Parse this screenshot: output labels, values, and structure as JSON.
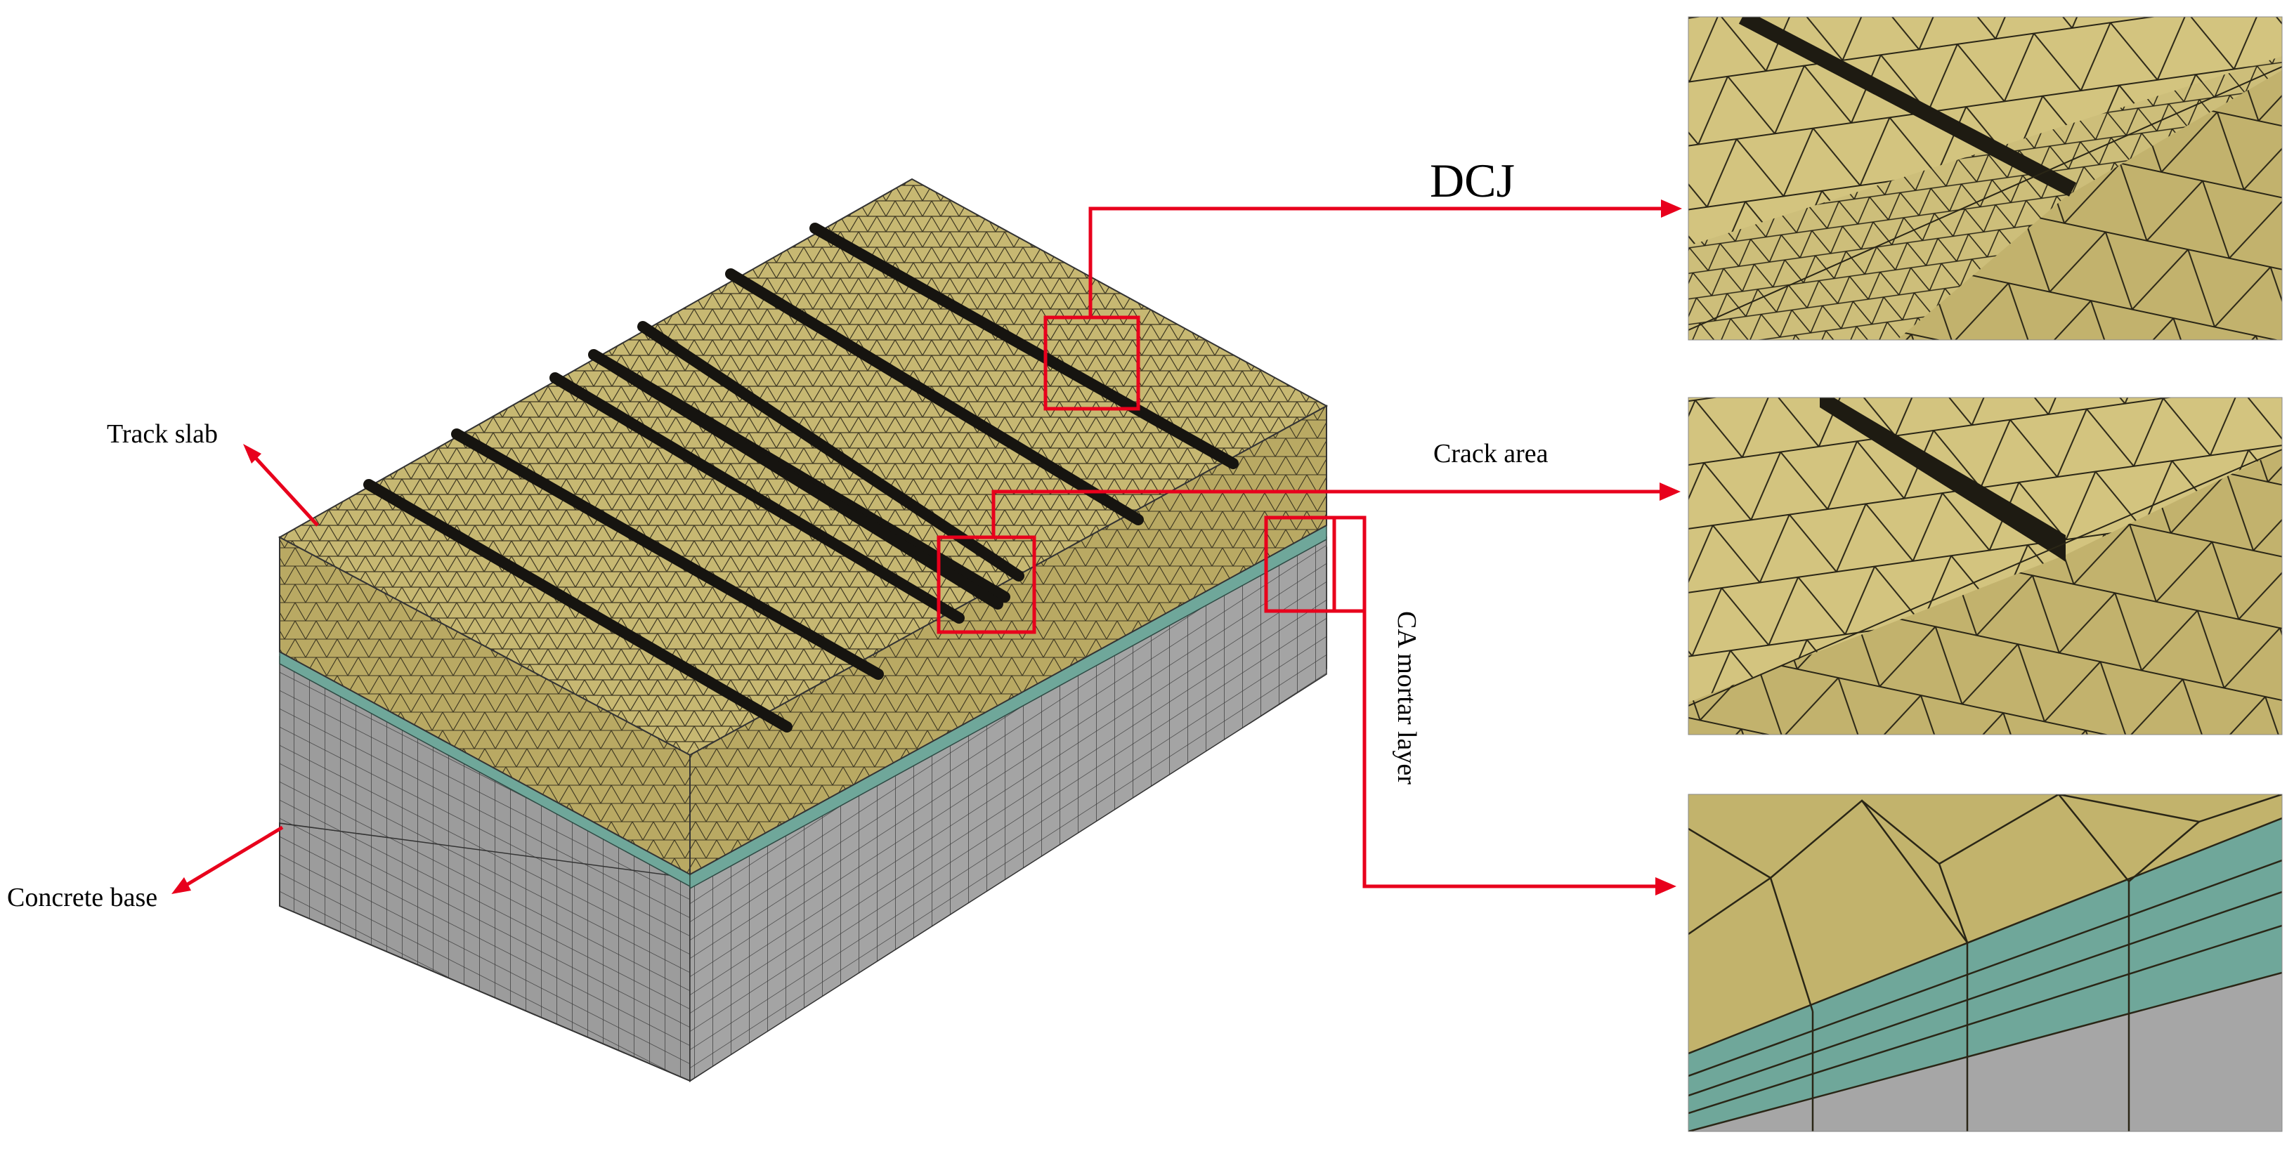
{
  "labels": {
    "dcj": "DCJ",
    "crack_area": "Crack area",
    "track_slab": "Track slab",
    "concrete_base": "Concrete base",
    "ca_mortar_layer": "CA mortar layer"
  },
  "colors": {
    "slab": "#c2b36c",
    "slab_light": "#cdbf7c",
    "slab_side": "#b5a45c",
    "mortar": "#6fa79a",
    "base": "#9a9a9a",
    "mesh_line": "#2a2a1a",
    "callout": "#e8001c",
    "crack": "#161410"
  }
}
